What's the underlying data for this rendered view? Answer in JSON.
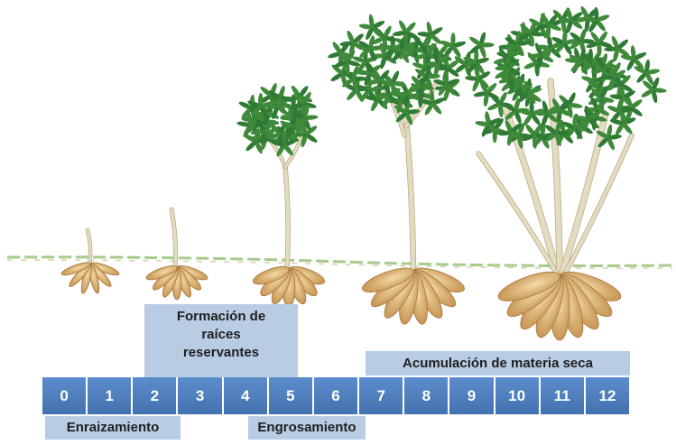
{
  "phases": {
    "formacion": [
      "Formación de",
      "raíces",
      "reservantes"
    ],
    "acumulacion": "Acumulación de materia seca",
    "enraizamiento": "Enraizamiento",
    "engrosamiento": "Engrosamiento"
  },
  "timeline": {
    "months": [
      "0",
      "1",
      "2",
      "3",
      "4",
      "5",
      "6",
      "7",
      "8",
      "9",
      "10",
      "11",
      "12"
    ],
    "color": "#4f81bd"
  },
  "colors": {
    "phase_box": "#b8cce4",
    "leaf": "#3f8a3a",
    "stem": "#e3dcc0",
    "root": "#d9b47a",
    "soil_line": "#8fbf6a"
  },
  "illustration": {
    "subject": "cassava plant growth stages",
    "stages": 5
  }
}
